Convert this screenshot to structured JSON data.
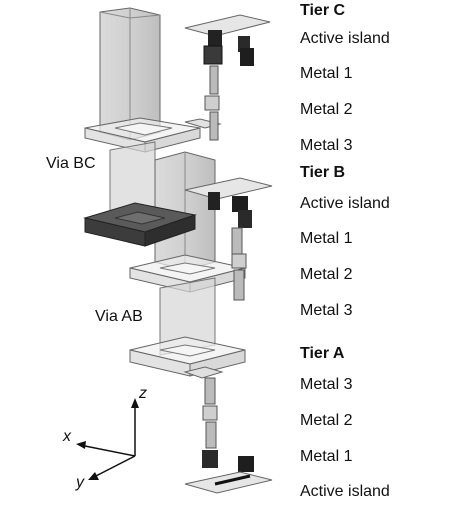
{
  "labels": {
    "tier_c": "Tier C",
    "tier_b": "Tier B",
    "tier_a": "Tier A",
    "active_island": "Active island",
    "metal_1": "Metal 1",
    "metal_2": "Metal 2",
    "metal_3": "Metal 3",
    "via_bc": "Via BC",
    "via_ab": "Via AB"
  },
  "axes": {
    "z": "z",
    "x": "x",
    "y": "y"
  },
  "colors": {
    "via_fill": "#c8c8c8",
    "dark_layer": "#4a4a4a",
    "metal_black": "#1e1e1e",
    "plate_fill": "#e6e6e6",
    "outline": "#555555"
  }
}
